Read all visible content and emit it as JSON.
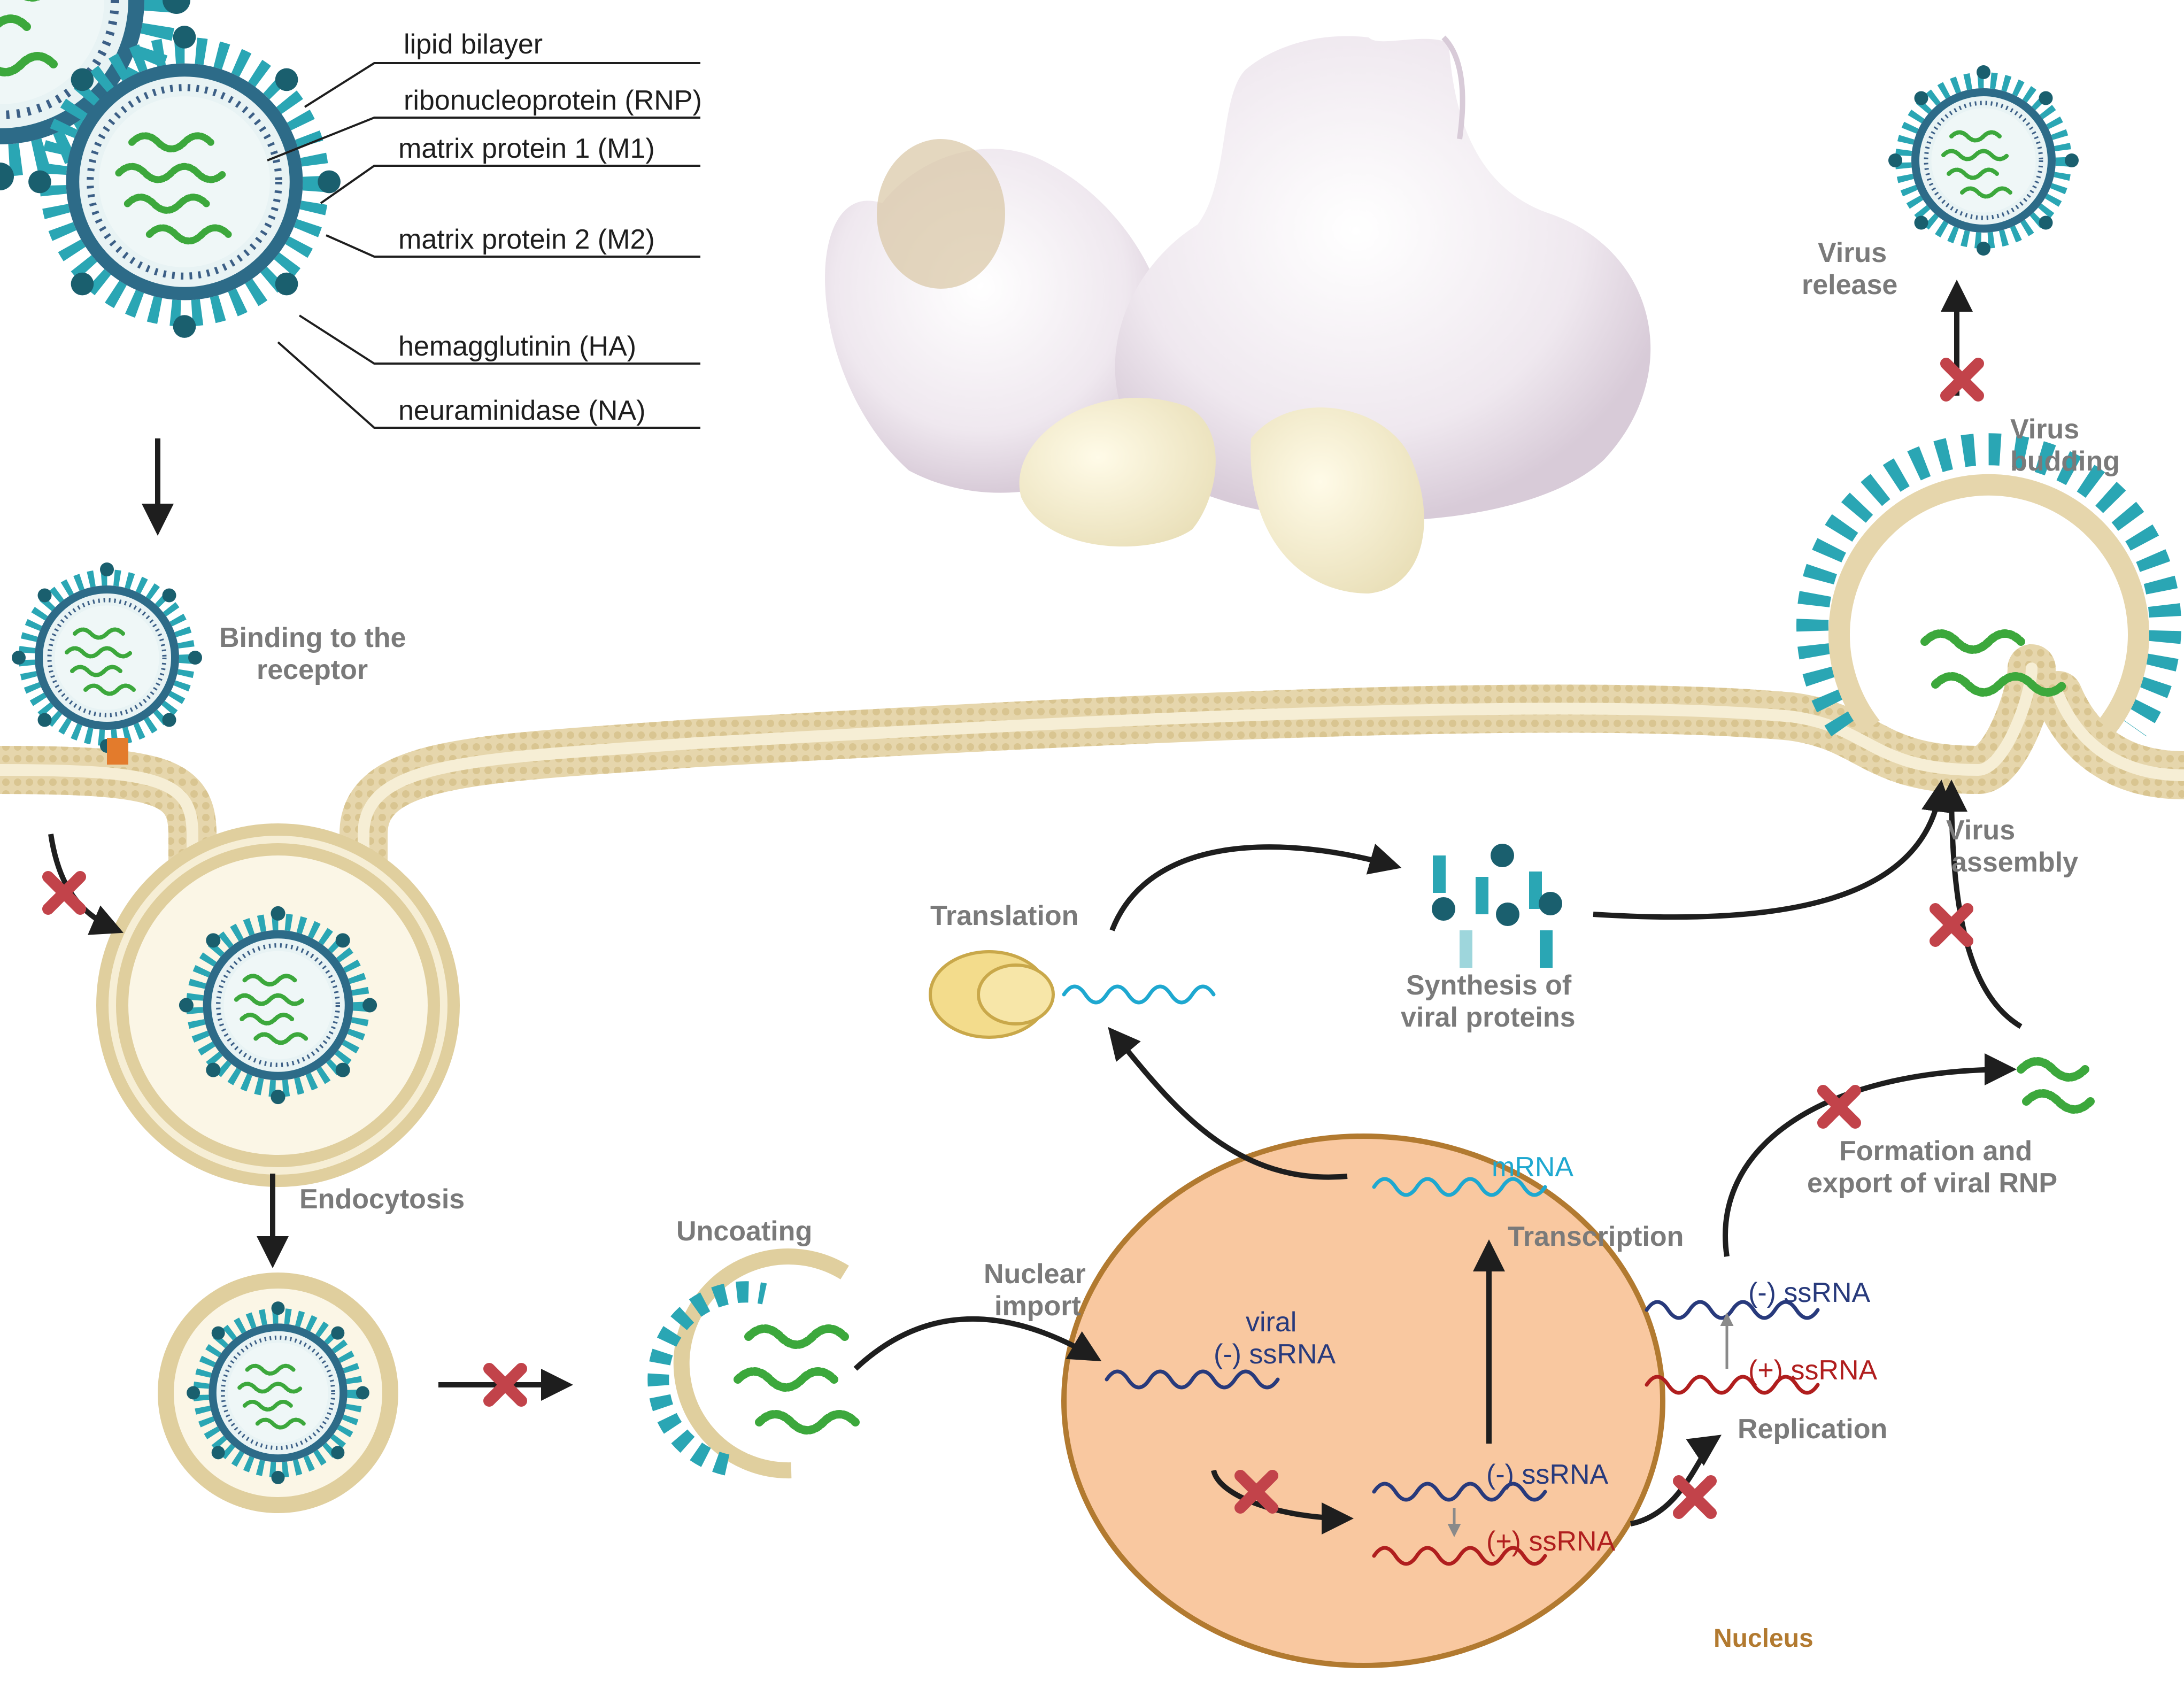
{
  "virion_labels": {
    "lipid_bilayer": "lipid bilayer",
    "rnp": "ribonucleoprotein (RNP)",
    "m1": "matrix protein 1 (M1)",
    "m2": "matrix protein 2 (M2)",
    "ha": "hemagglutinin (HA)",
    "na": "neuraminidase (NA)"
  },
  "steps": {
    "binding_line1": "Binding to the",
    "binding_line2": "receptor",
    "endocytosis": "Endocytosis",
    "uncoating": "Uncoating",
    "nuclear_import_line1": "Nuclear",
    "nuclear_import_line2": "import",
    "translation": "Translation",
    "synthesis_line1": "Synthesis of",
    "synthesis_line2": "viral proteins",
    "transcription": "Transcription",
    "replication": "Replication",
    "formation_line1": "Formation and",
    "formation_line2": "export of viral RNP",
    "assembly_line1": "Virus",
    "assembly_line2": "assembly",
    "budding_line1": "Virus",
    "budding_line2": "budding",
    "release_line1": "Virus",
    "release_line2": "release",
    "nucleus": "Nucleus"
  },
  "rna": {
    "viral_line1": "viral",
    "viral_line2": "(-) ssRNA",
    "neg": "(-) ssRNA",
    "pos": "(+) ssRNA",
    "mrna": "mRNA"
  },
  "colors": {
    "teal": "#2aa6b4",
    "dark_teal": "#1a5f6e",
    "navy": "#283a7c",
    "red_rna": "#b01e1e",
    "cyan_mrna": "#1ea8d0",
    "green_rnp": "#3ca83c",
    "nucleus_fill": "#f9c8a0",
    "nucleus_border": "#b27a30",
    "membrane": "#e6d6ac",
    "inhibit_x": "#c2434a",
    "step_text": "#7a7a7a",
    "nucleus_text": "#b27a30"
  },
  "image_subjects": [
    "garlic bulbs",
    "garlic cloves"
  ]
}
